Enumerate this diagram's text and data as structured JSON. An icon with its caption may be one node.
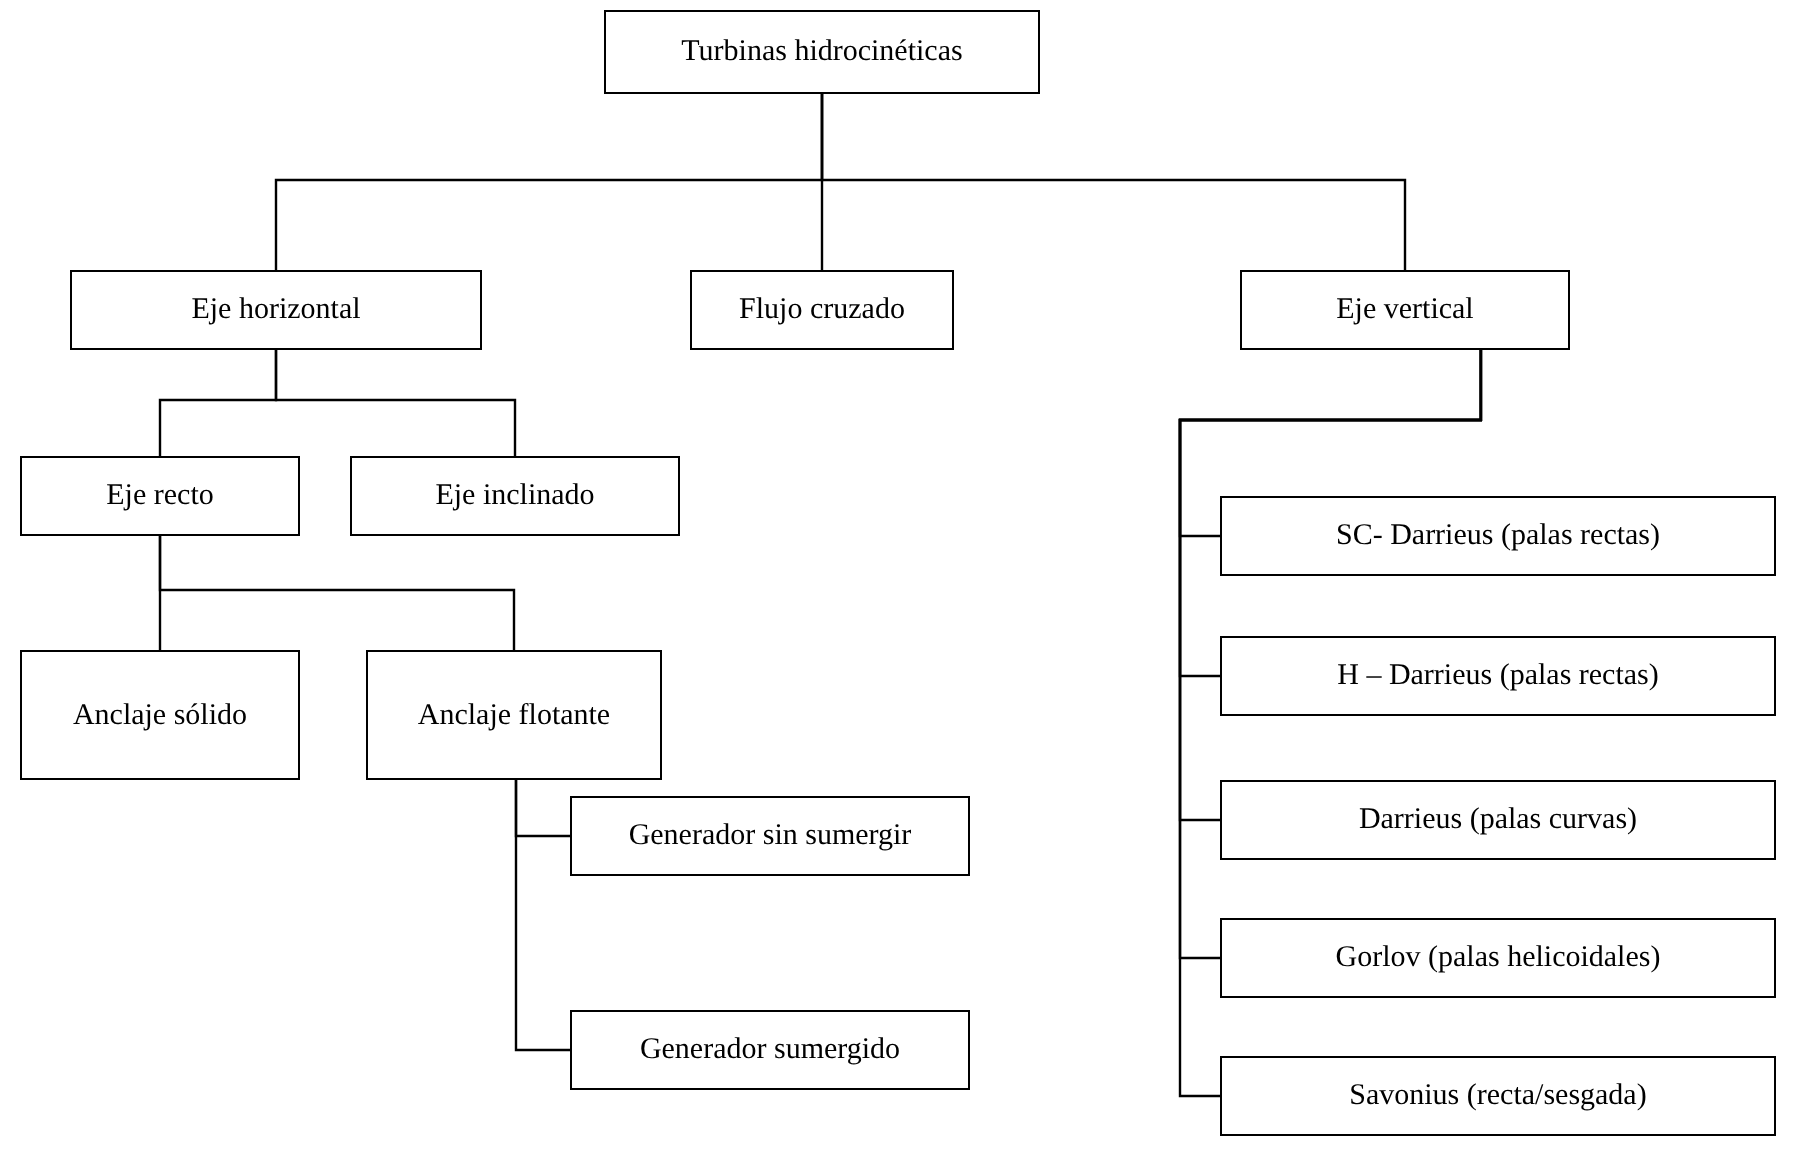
{
  "diagram": {
    "nodes": [
      {
        "text": [
          "Turbinas hidrocinéticas"
        ]
      },
      {
        "text": [
          "Eje horizontal"
        ]
      },
      {
        "text": [
          "Flujo cruzado"
        ]
      },
      {
        "text": [
          "Eje vertical"
        ]
      },
      {
        "text": [
          "Eje recto"
        ]
      },
      {
        "text": [
          "Eje inclinado"
        ]
      },
      {
        "text": [
          "Anclaje sólido"
        ]
      },
      {
        "text": [
          "Anclaje flotante"
        ]
      },
      {
        "text": [
          "Generador sin sumergir"
        ]
      },
      {
        "text": [
          "Generador sumergido"
        ]
      },
      {
        "text": [
          "SC- Darrieus (palas rectas)"
        ]
      },
      {
        "text": [
          "H – Darrieus (palas rectas)"
        ]
      },
      {
        "text": [
          "Darrieus (palas curvas)"
        ]
      },
      {
        "text": [
          "Gorlov (palas helicoidales)"
        ]
      },
      {
        "text": [
          "Savonius (recta/sesgada)"
        ]
      }
    ],
    "edges": [
      {
        "from": 0,
        "to": 1,
        "arrow": "none"
      },
      {
        "from": 0,
        "to": 2,
        "arrow": "none"
      },
      {
        "from": 0,
        "to": 3,
        "arrow": "none"
      },
      {
        "from": 1,
        "to": 4,
        "arrow": "none"
      },
      {
        "from": 1,
        "to": 5,
        "arrow": "none"
      },
      {
        "from": 4,
        "to": 6,
        "arrow": "none"
      },
      {
        "from": 4,
        "to": 7,
        "arrow": "none"
      },
      {
        "from": 7,
        "to": 8,
        "arrow": "none"
      },
      {
        "from": 7,
        "to": 9,
        "arrow": "none"
      },
      {
        "from": 3,
        "to": 10,
        "arrow": "none"
      },
      {
        "from": 3,
        "to": 11,
        "arrow": "none"
      },
      {
        "from": 3,
        "to": 12,
        "arrow": "none"
      },
      {
        "from": 3,
        "to": 13,
        "arrow": "none"
      },
      {
        "from": 3,
        "to": 14,
        "arrow": "none"
      }
    ]
  }
}
